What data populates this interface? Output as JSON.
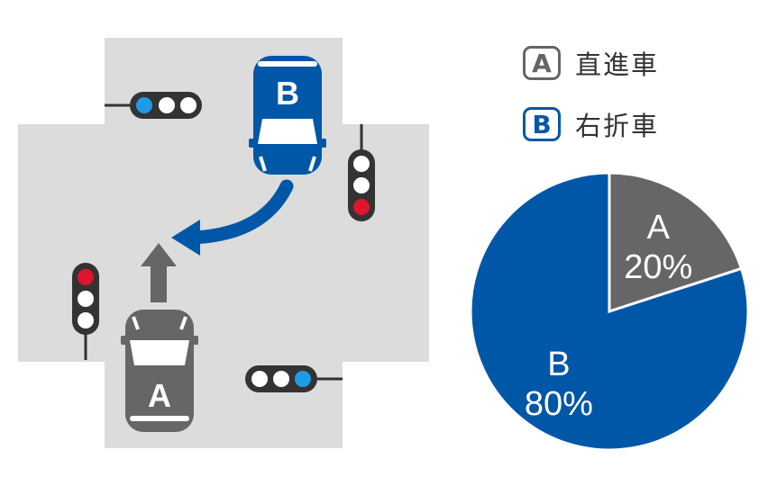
{
  "colors": {
    "blue": "#0057A8",
    "gray": "#666666",
    "road": "#DCDCDC",
    "signal_blue": "#1E9BE8",
    "signal_red": "#E0142C"
  },
  "legend": {
    "a": {
      "badge": "A",
      "label": "直進車",
      "color": "#666666"
    },
    "b": {
      "badge": "B",
      "label": "右折車",
      "color": "#0057A8"
    }
  },
  "diagram": {
    "car_a_label": "A",
    "car_b_label": "B",
    "car_a_motion": "straight",
    "car_b_motion": "right-turn",
    "signals": [
      {
        "name": "signal-top-left",
        "lit": "blue"
      },
      {
        "name": "signal-right",
        "lit": "red"
      },
      {
        "name": "signal-left",
        "lit": "red"
      },
      {
        "name": "signal-bottom-right",
        "lit": "blue"
      }
    ]
  },
  "chart_data": {
    "type": "pie",
    "slices": [
      {
        "label": "A",
        "value": 20,
        "value_label": "20%",
        "color": "#666666"
      },
      {
        "label": "B",
        "value": 80,
        "value_label": "80%",
        "color": "#0057A8"
      }
    ]
  }
}
